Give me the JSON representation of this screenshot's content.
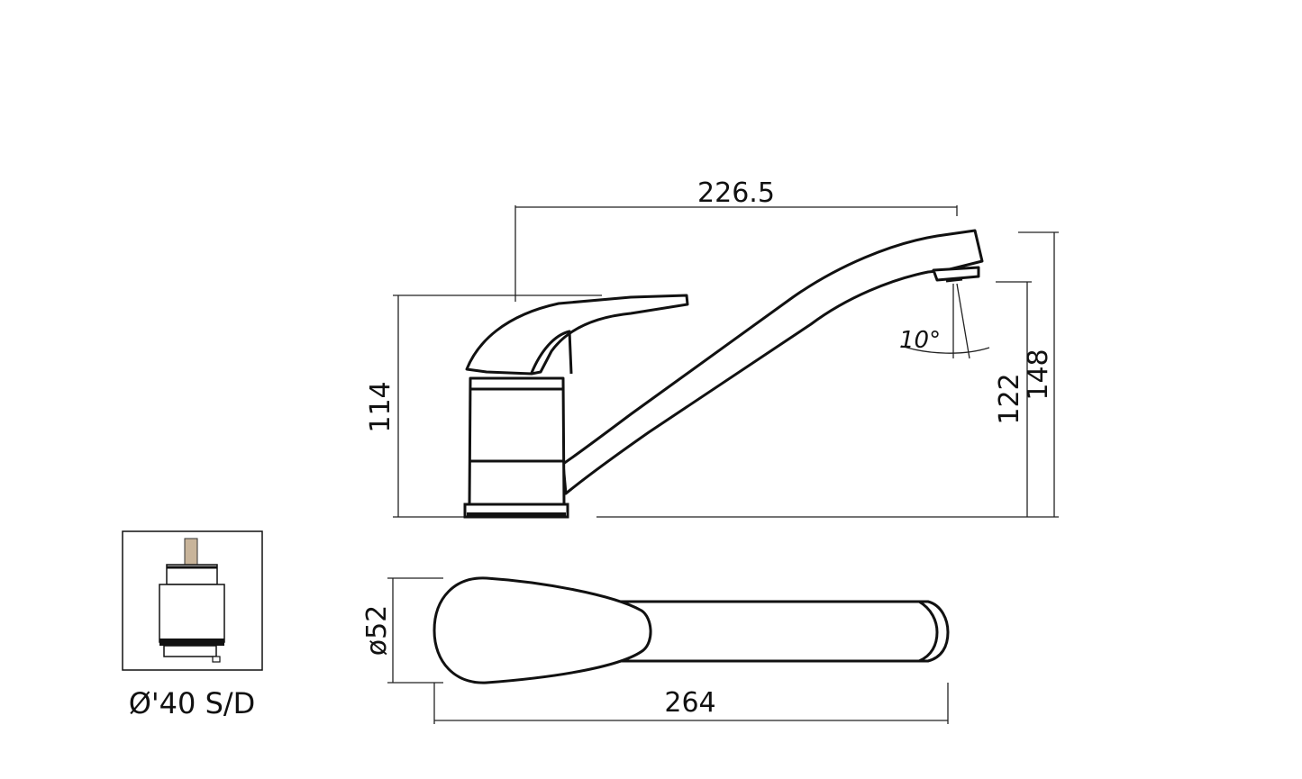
{
  "dimensions": {
    "spout_reach": "226.5",
    "height_lever": "114",
    "height_outlet": "122",
    "height_total": "148",
    "angle": "10°",
    "base_diameter": "ø52",
    "total_length": "264"
  },
  "cartridge": {
    "label": "Ø'40 S/D"
  },
  "colors": {
    "line": "#111111",
    "cartridge_stem": "#c8b49a",
    "cartridge_band": "#111111"
  }
}
